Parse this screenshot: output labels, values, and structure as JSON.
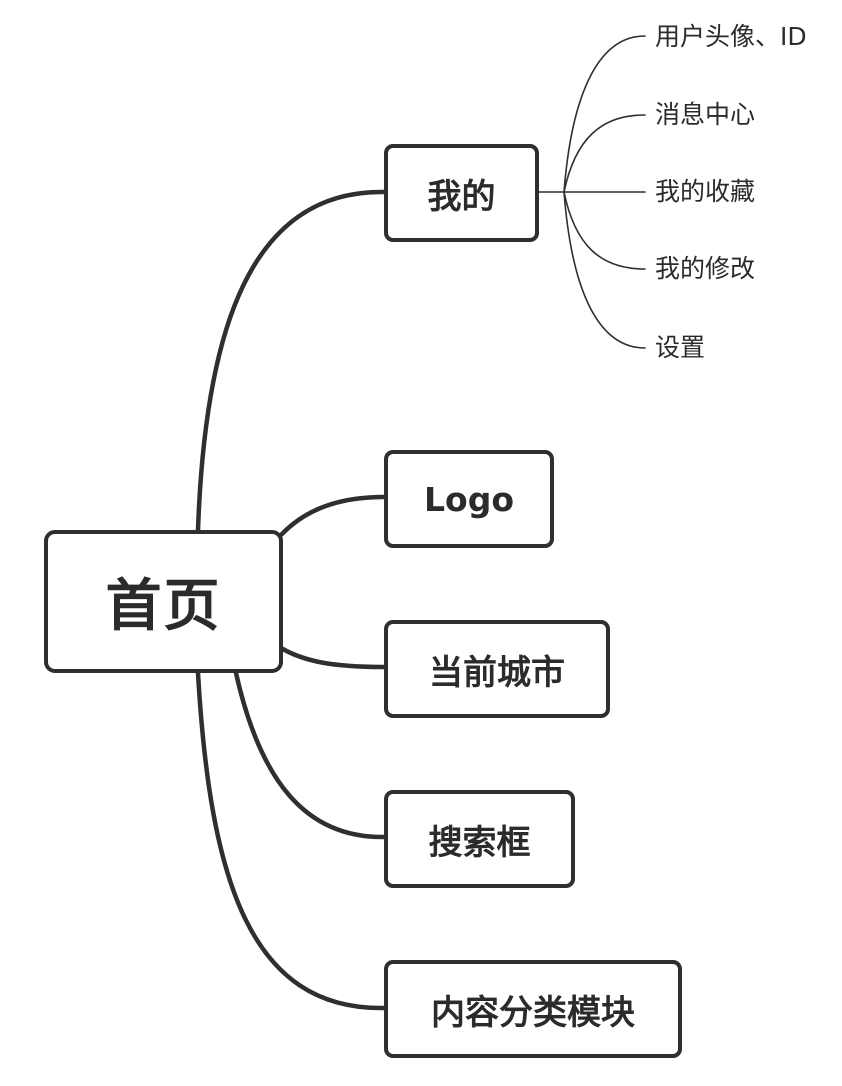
{
  "diagram": {
    "root": {
      "label": "首页"
    },
    "branches": [
      {
        "label": "我的"
      },
      {
        "label": "Logo"
      },
      {
        "label": "当前城市"
      },
      {
        "label": "搜索框"
      },
      {
        "label": "内容分类模块"
      }
    ],
    "my_children": [
      {
        "label": "用户头像、ID"
      },
      {
        "label": "消息中心"
      },
      {
        "label": "我的收藏"
      },
      {
        "label": "我的修改"
      },
      {
        "label": "设置"
      }
    ]
  },
  "colors": {
    "line": "#2f2f2f",
    "text": "#2b2b2b",
    "background": "#ffffff"
  }
}
